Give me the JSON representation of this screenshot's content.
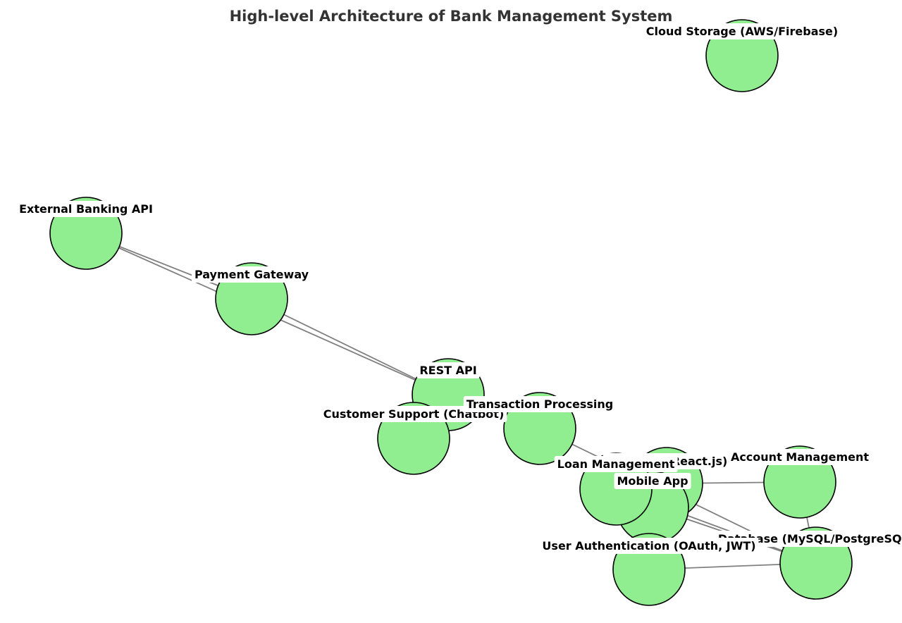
{
  "title": "High-level Architecture of Bank Management System",
  "colors": {
    "node_fill": "#90ee90",
    "node_stroke": "#000000",
    "edge": "#808080",
    "title": "#333333"
  },
  "nodes": [
    {
      "id": "cloud",
      "label": "Cloud Storage (AWS/Firebase)"
    },
    {
      "id": "external",
      "label": "External Banking API"
    },
    {
      "id": "payment",
      "label": "Payment Gateway"
    },
    {
      "id": "rest",
      "label": "REST API"
    },
    {
      "id": "support",
      "label": "Customer Support (Chatbot)"
    },
    {
      "id": "transaction",
      "label": "Transaction Processing"
    },
    {
      "id": "web",
      "label": "Web App (React.js)"
    },
    {
      "id": "account",
      "label": "Account Management"
    },
    {
      "id": "mobileapp",
      "label": "Mobile App"
    },
    {
      "id": "loan",
      "label": "Loan Management"
    },
    {
      "id": "database",
      "label": "Database (MySQL/PostgreSQL)"
    },
    {
      "id": "auth",
      "label": "User Authentication (OAuth, JWT)"
    }
  ],
  "edges": [
    [
      "external",
      "payment"
    ],
    [
      "external",
      "rest"
    ],
    [
      "payment",
      "rest"
    ],
    [
      "transaction",
      "database"
    ],
    [
      "web",
      "account"
    ],
    [
      "loan",
      "database"
    ],
    [
      "account",
      "database"
    ],
    [
      "auth",
      "database"
    ],
    [
      "mobileapp",
      "database"
    ]
  ]
}
